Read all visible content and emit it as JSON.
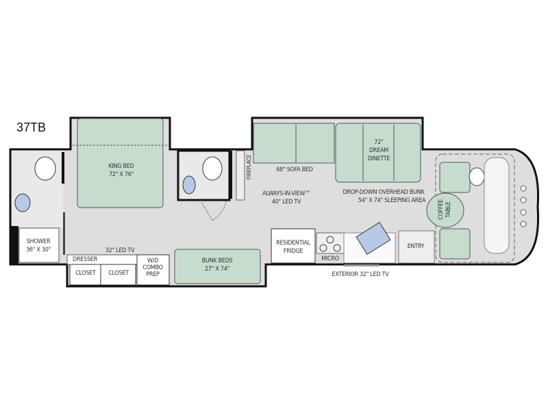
{
  "model": "37TB",
  "colors": {
    "floor": "#dedede",
    "furniture": "#c6dccd",
    "fixture_blue": "#b8c9e6",
    "wall": "#111111"
  },
  "labels": {
    "king_bed": "KING BED",
    "king_bed_size": "72\" X 76\"",
    "shower": "SHOWER",
    "shower_size": "36\" X 30\"",
    "bedroom_tv": "32\" LED TV",
    "dresser": "DRESSER",
    "closet_1": "CLOSET",
    "closet_2": "CLOSET",
    "wd_1": "W/D",
    "wd_2": "COMBO",
    "wd_3": "PREP",
    "bunk_beds": "BUNK BEDS",
    "bunk_beds_size": "27\" X 74\"",
    "fireplace": "FIREPLACE",
    "sofa_bed": "68\" SOFA BED",
    "dinette_1": "72\"",
    "dinette_2": "DREAM",
    "dinette_3": "DINETTE",
    "tv_1": "ALWAYS-IN-VIEW™",
    "tv_2": "40\" LED TV",
    "overhead_1": "DROP-DOWN OVERHEAD BUNK",
    "overhead_2": "54\" X 74\" SLEEPING AREA",
    "coffee_1": "COFFEE",
    "coffee_2": "TABLE",
    "fridge_1": "RESIDENTIAL",
    "fridge_2": "FRIDGE",
    "micro": "MICRO",
    "entry": "ENTRY",
    "exterior_tv": "EXTERIOR 32\" LED TV"
  }
}
